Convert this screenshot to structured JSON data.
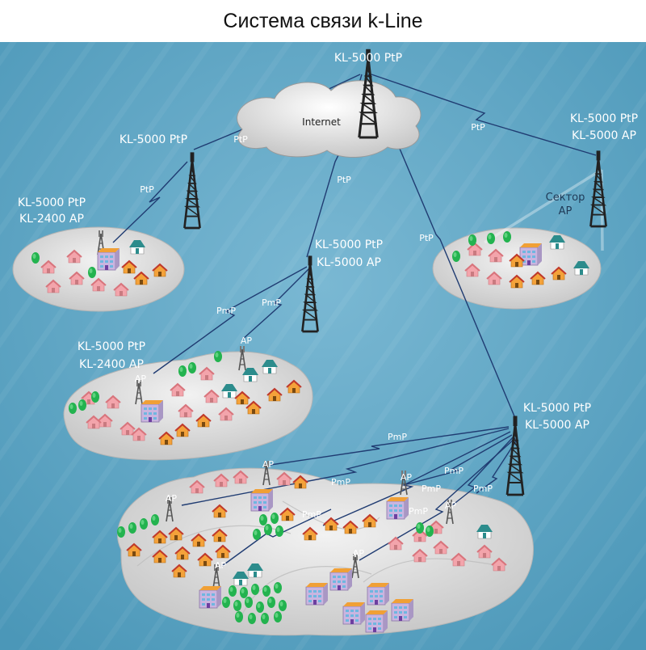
{
  "title": "Система связи k-Line",
  "labels": {
    "top_tower": "KL-5000 PtP",
    "internet": "Internet",
    "left_tower": "KL-5000 PtP",
    "left_village_1": "KL-5000 PtP",
    "left_village_2": "KL-2400 AP",
    "right_tower_1": "KL-5000 PtP",
    "right_tower_2": "KL-5000 AP",
    "sector_1": "Сектор",
    "sector_2": "AP",
    "mid_tower_1": "KL-5000 PtP",
    "mid_tower_2": "KL-5000 AP",
    "mid_village_1": "KL-5000 PtP",
    "mid_village_2": "KL-2400 AP",
    "big_tower_1": "KL-5000 PtP",
    "big_tower_2": "KL-5000 AP"
  },
  "link_labels": {
    "ptp": "PtP",
    "pmp": "PmP",
    "ap": "AP"
  },
  "colors": {
    "background": "#5fa7c5",
    "ground": "#d9d9d9",
    "tower": "#2a2a2a",
    "link": "#1f3a6e",
    "house_pink": "#f2a1a8",
    "house_orange": "#f0a036",
    "tree": "#22b24c"
  }
}
